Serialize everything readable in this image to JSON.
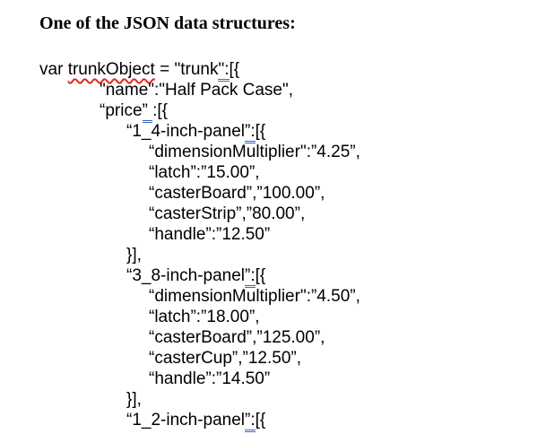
{
  "title": "One of the JSON data structures:",
  "colors": {
    "text": "#000000",
    "grammar_underline": "#3a64c8",
    "spelling_underline": "#e02b20",
    "background": "#ffffff"
  },
  "code": {
    "lines": [
      {
        "indent": 0,
        "segments": [
          {
            "t": "var "
          },
          {
            "t": "trunkObject",
            "mark": "spelling"
          },
          {
            "t": " = \"trunk"
          },
          {
            "t": "\":",
            "mark": "grammar"
          },
          {
            "t": "[{"
          }
        ]
      },
      {
        "indent": 1,
        "segments": [
          {
            "t": "\"name\":\"Half Pack Case\","
          }
        ]
      },
      {
        "indent": 1,
        "segments": [
          {
            "t": "“price"
          },
          {
            "t": "” ",
            "mark": "grammar"
          },
          {
            "t": ":[{"
          }
        ]
      },
      {
        "indent": 2,
        "segments": [
          {
            "t": "“1_4-inch-panel"
          },
          {
            "t": "”:",
            "mark": "grammar"
          },
          {
            "t": "[{"
          }
        ]
      },
      {
        "indent": 3,
        "segments": [
          {
            "t": "“dimensionMultiplier\":”4.25”,"
          }
        ]
      },
      {
        "indent": 3,
        "segments": [
          {
            "t": "“latch”:”15.00”,"
          }
        ]
      },
      {
        "indent": 3,
        "segments": [
          {
            "t": "“casterBoard”,”100.00”,"
          }
        ]
      },
      {
        "indent": 3,
        "segments": [
          {
            "t": "“casterStrip”,”80.00”,"
          }
        ]
      },
      {
        "indent": 3,
        "segments": [
          {
            "t": "“handle”:”12.50”"
          }
        ]
      },
      {
        "indent": 2,
        "segments": [
          {
            "t": "}],"
          }
        ]
      },
      {
        "indent": 2,
        "segments": [
          {
            "t": "“3_8-inch-panel"
          },
          {
            "t": "”:",
            "mark": "grammar"
          },
          {
            "t": "[{"
          }
        ]
      },
      {
        "indent": 3,
        "segments": [
          {
            "t": "“dimensionMultiplier\":”4.50”,"
          }
        ]
      },
      {
        "indent": 3,
        "segments": [
          {
            "t": "“latch”:”18.00”,"
          }
        ]
      },
      {
        "indent": 3,
        "segments": [
          {
            "t": "“casterBoard”,”125.00”,"
          }
        ]
      },
      {
        "indent": 3,
        "segments": [
          {
            "t": "“casterCup”,”12.50”,"
          }
        ]
      },
      {
        "indent": 3,
        "segments": [
          {
            "t": "“handle”:”14.50”"
          }
        ]
      },
      {
        "indent": 2,
        "segments": [
          {
            "t": "}],"
          }
        ]
      },
      {
        "indent": 2,
        "segments": [
          {
            "t": "“1_2-inch-panel"
          },
          {
            "t": "”:",
            "mark": "grammar"
          },
          {
            "t": "[{"
          }
        ]
      }
    ]
  }
}
